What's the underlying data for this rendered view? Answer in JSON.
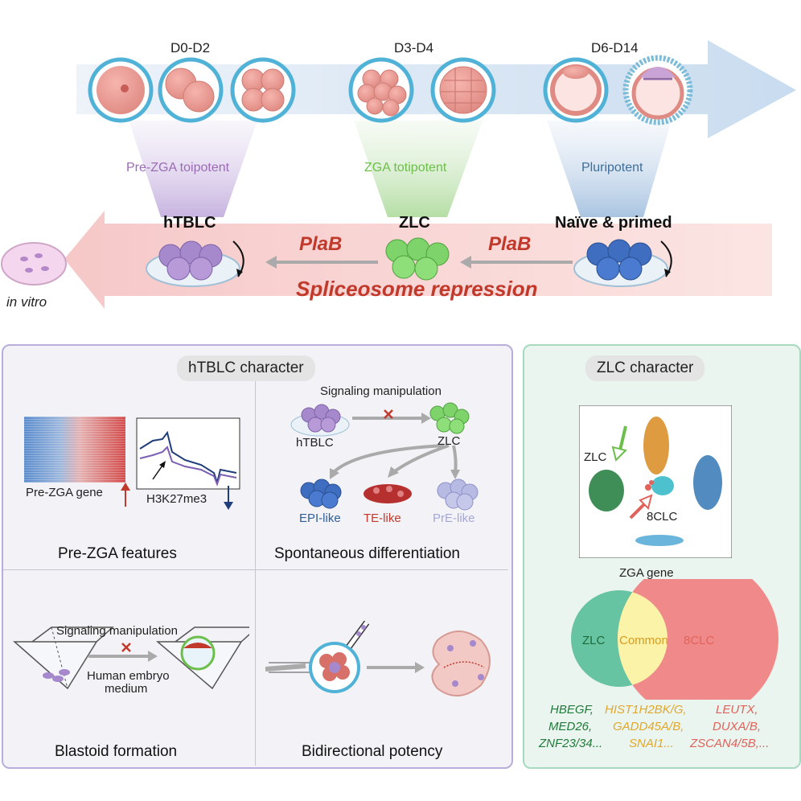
{
  "timeline": {
    "stages": [
      "D0-D2",
      "D3-D4",
      "D6-D14"
    ],
    "potency": [
      "Pre-ZGA toipotent",
      "ZGA totipotent",
      "Pluripotent"
    ],
    "potency_colors": [
      "#9b6bb5",
      "#6cbf4a",
      "#3e6e9a"
    ]
  },
  "invitro": {
    "label": "in vitro",
    "cell_types": [
      "hTBLC",
      "ZLC",
      "Naïve & primed"
    ],
    "plab": [
      "PlaB",
      "PlaB"
    ],
    "repression": "Spliceosome repression"
  },
  "htblc_panel": {
    "title": "hTBLC character",
    "heatmap_label": "Pre-ZGA gene",
    "profile_label": "H3K27me3",
    "pre_zga_title": "Pre-ZGA features",
    "signaling_label": "Signaling manipulation",
    "htblc_label": "hTBLC",
    "zlc_label": "ZLC",
    "lineages": [
      "EPI-like",
      "TE-like",
      "PrE-like"
    ],
    "lineage_colors": [
      "#2f5e99",
      "#c0392b",
      "#a5a8d6"
    ],
    "spontaneous_title": "Spontaneous differentiation",
    "blastoid_signaling": "Signaling manipulation",
    "medium_line1": "Human embryo",
    "medium_line2": "medium",
    "blastoid_title": "Blastoid formation",
    "bidirectional_title": "Bidirectional potency"
  },
  "zlc_panel": {
    "title": "ZLC character",
    "umap_labels": [
      "ZLC",
      "8CLC"
    ],
    "venn_title": "ZGA gene",
    "venn_labels": [
      "ZLC",
      "Common",
      "8CLC"
    ],
    "genes": {
      "zlc": [
        "HBEGF,",
        "MED26,",
        "ZNF23/34..."
      ],
      "common": [
        "HIST1H2BK/G,",
        "GADD45A/B,",
        "SNAI1..."
      ],
      "clc8": [
        "LEUTX,",
        "DUXA/B,",
        "ZSCAN4/5B,..."
      ]
    },
    "gene_colors": [
      "#1f7a3a",
      "#e0a82e",
      "#e0625a"
    ]
  }
}
